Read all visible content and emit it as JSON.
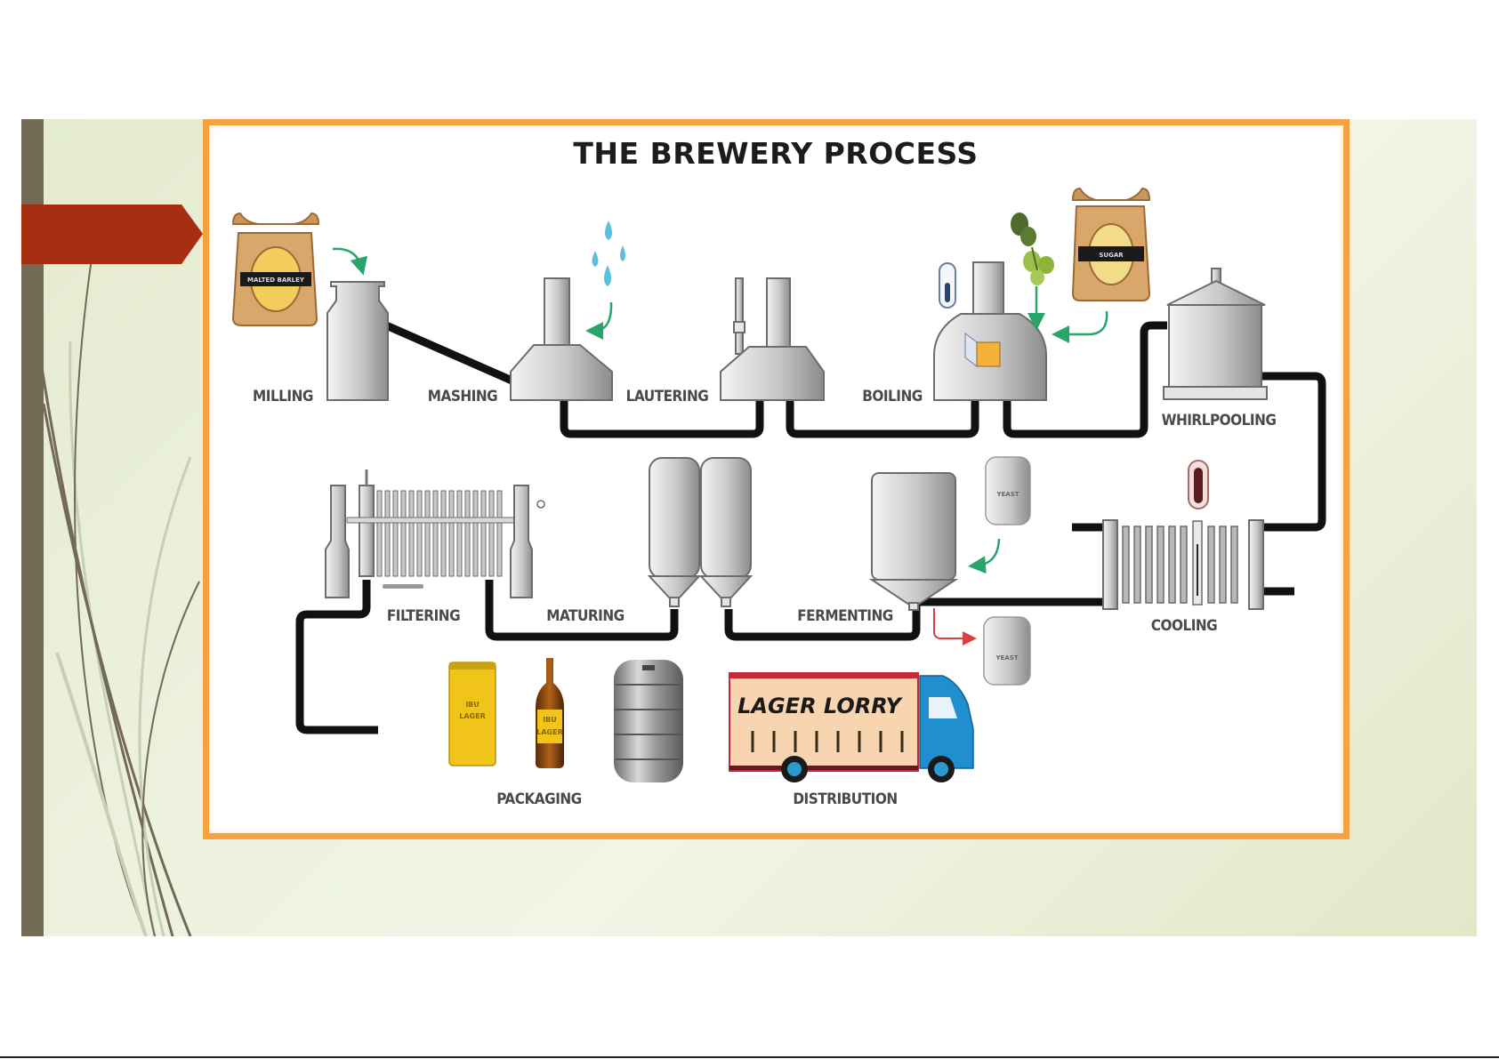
{
  "slide": {
    "colors": {
      "background": "#e6edd4",
      "side_bar": "#736a55",
      "arrow_tab": "#a52f10",
      "frame_border": "#f5a340"
    }
  },
  "diagram": {
    "title": "THE BREWERY PROCESS",
    "stages": [
      {
        "id": "milling",
        "label": "MILLING"
      },
      {
        "id": "mashing",
        "label": "MASHING"
      },
      {
        "id": "lautering",
        "label": "LAUTERING"
      },
      {
        "id": "boiling",
        "label": "BOILING"
      },
      {
        "id": "whirlpooling",
        "label": "WHIRLPOOLING"
      },
      {
        "id": "cooling",
        "label": "COOLING"
      },
      {
        "id": "fermenting",
        "label": "FERMENTING"
      },
      {
        "id": "maturing",
        "label": "MATURING"
      },
      {
        "id": "filtering",
        "label": "FILTERING"
      },
      {
        "id": "packaging",
        "label": "PACKAGING"
      },
      {
        "id": "distribution",
        "label": "DISTRIBUTION"
      }
    ],
    "ingredients": {
      "malt_sack_label": "MALTED BARLEY",
      "sugar_sack_label": "SUGAR",
      "yeast_in_label": "YEAST",
      "yeast_out_label": "YEAST"
    },
    "products": {
      "can_label_line1": "IBU",
      "can_label_line2": "LAGER",
      "bottle_label_line1": "IBU",
      "bottle_label_line2": "LAGER"
    },
    "truck": {
      "text": "LAGER LORRY"
    },
    "colors": {
      "flow_arrow": "#27a56b",
      "waste_arrow": "#d9403f",
      "pipe": "#111111",
      "can": "#f0c419",
      "truck_cab": "#1f8fd0",
      "truck_trailer": "#f8d5b0",
      "hop_cone": "#8fb33a",
      "water_drop": "#5bbfe0"
    }
  }
}
